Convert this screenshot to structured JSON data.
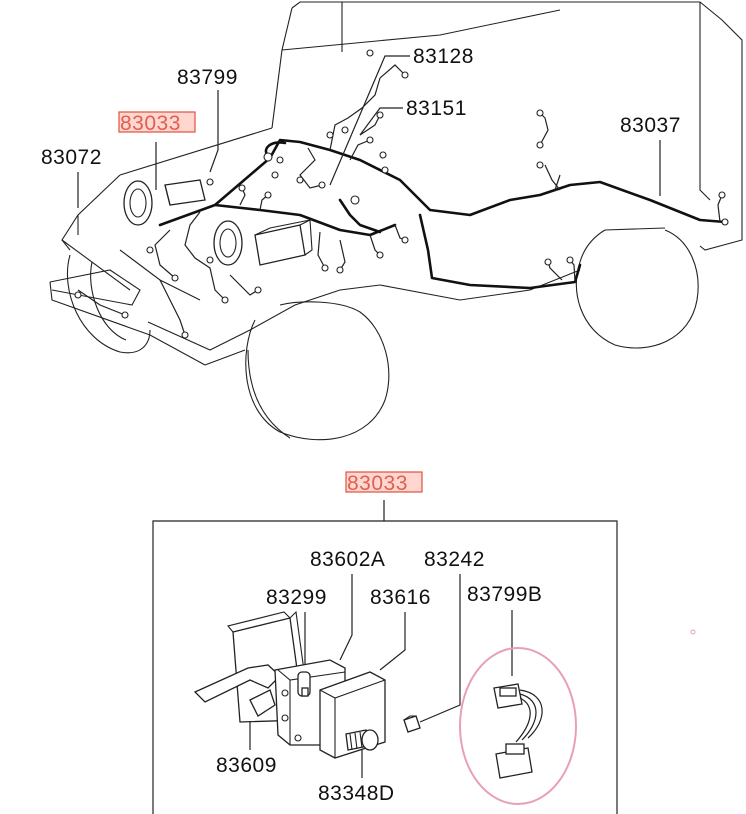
{
  "diagram": {
    "labels": {
      "p83128": "83128",
      "p83151": "83151",
      "p83037": "83037",
      "p83799": "83799",
      "p83033_top": "83033",
      "p83072": "83072",
      "p83033_detail": "83033",
      "p83602A": "83602A",
      "p83242": "83242",
      "p83299": "83299",
      "p83616": "83616",
      "p83799B": "83799B",
      "p83609": "83609",
      "p83348D": "83348D"
    },
    "colors": {
      "highlight_fill": "#ffd6d0",
      "highlight_text": "#e06050",
      "circle_mark": "#e8a0b8"
    }
  }
}
